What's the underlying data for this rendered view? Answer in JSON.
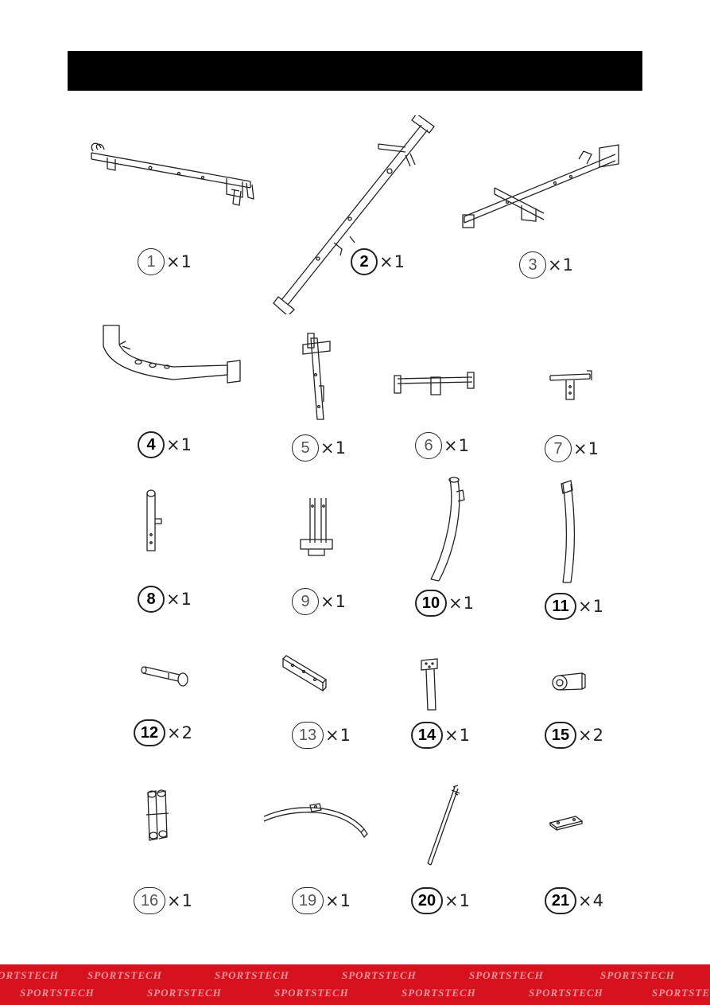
{
  "header": {
    "title": ""
  },
  "parts": [
    {
      "number": "1",
      "qty": "×1"
    },
    {
      "number": "2",
      "qty": "×1"
    },
    {
      "number": "3",
      "qty": "×1"
    },
    {
      "number": "4",
      "qty": "×1"
    },
    {
      "number": "5",
      "qty": "×1"
    },
    {
      "number": "6",
      "qty": "×1"
    },
    {
      "number": "7",
      "qty": "×1"
    },
    {
      "number": "8",
      "qty": "×1"
    },
    {
      "number": "9",
      "qty": "×1"
    },
    {
      "number": "10",
      "qty": "×1"
    },
    {
      "number": "11",
      "qty": "×1"
    },
    {
      "number": "12",
      "qty": "×2"
    },
    {
      "number": "13",
      "qty": "×1"
    },
    {
      "number": "14",
      "qty": "×1"
    },
    {
      "number": "15",
      "qty": "×2"
    },
    {
      "number": "16",
      "qty": "×1"
    },
    {
      "number": "19",
      "qty": "×1"
    },
    {
      "number": "20",
      "qty": "×1"
    },
    {
      "number": "21",
      "qty": "×4"
    }
  ],
  "footer": {
    "brand": "SPORTSTECH",
    "color": "#d7121f"
  }
}
